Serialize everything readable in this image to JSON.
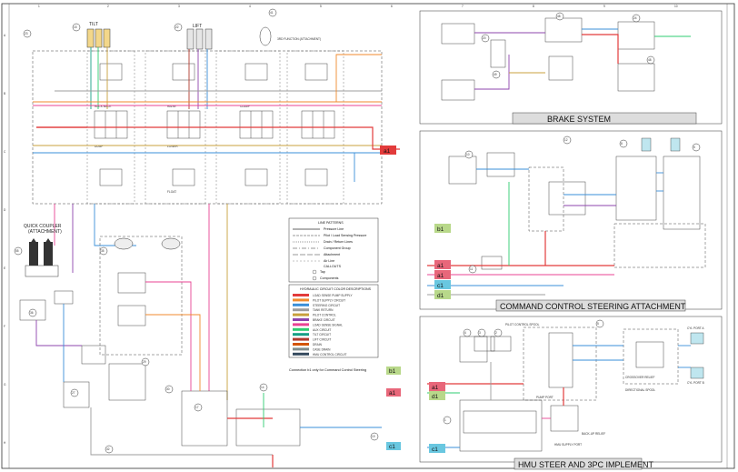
{
  "grid": {
    "top": [
      "1",
      "2",
      "3",
      "4",
      "5",
      "6",
      "7",
      "8",
      "9",
      "10"
    ],
    "side": [
      "A",
      "B",
      "C",
      "D",
      "E",
      "F",
      "G",
      "H"
    ]
  },
  "cylinders": {
    "tilt_label": "TILT",
    "lift_label": "LIFT",
    "tilt_no": "15",
    "lift_no": "22",
    "aux_no": "41",
    "aux_note": "3RD FUNCTION (ATTACHMENT)"
  },
  "valve_labels": {
    "rack_back": "RACK BACK",
    "dump": "DUMP",
    "raise": "RAISE",
    "lower": "LOWER",
    "float": "FLOAT",
    "clamp": "CLAMP"
  },
  "quick_coupler": {
    "title_line1": "QUICK COUPLER",
    "title_line2": "(ATTACHMENT)"
  },
  "legend": {
    "line_patterns_title": "LINE PATTERNS",
    "line_patterns": [
      "Pressure Line",
      "Pilot / Load Sensing Pressure",
      "Drain / Return Lines",
      "Component Group",
      "Attachment",
      "Air Line"
    ],
    "callouts_title": "CALLOUTS",
    "callouts": [
      "Tap",
      "Components"
    ],
    "color_title": "HYDRAULIC CIRCUIT COLOR DESCRIPTIONS",
    "colors": [
      {
        "color": "#e23b3b",
        "label": "LOAD SENSE PUMP SUPPLY"
      },
      {
        "color": "#f08a2c",
        "label": "PILOT SUPPLY CIRCUIT"
      },
      {
        "color": "#3a8fd8",
        "label": "STEERING CIRCUIT"
      },
      {
        "color": "#9c9c9c",
        "label": "TANK RETURN"
      },
      {
        "color": "#c8a03c",
        "label": "PILOT CONTROL"
      },
      {
        "color": "#8e44ad",
        "label": "BRAKE CIRCUIT"
      },
      {
        "color": "#e84393",
        "label": "LOAD SENSE SIGNAL"
      },
      {
        "color": "#2ecc71",
        "label": "AUX CIRCUIT"
      },
      {
        "color": "#16a085",
        "label": "TILT CIRCUIT"
      },
      {
        "color": "#b03a2e",
        "label": "LIFT CIRCUIT"
      },
      {
        "color": "#d35400",
        "label": "DRAIN"
      },
      {
        "color": "#7f8c8d",
        "label": "CASE DRAIN"
      },
      {
        "color": "#34495e",
        "label": "HMU CONTROL CIRCUIT"
      }
    ]
  },
  "connection_note": "Connection b1 only for Command Control Steering",
  "connectors": {
    "a1": "a1",
    "b1": "b1",
    "c1": "c1",
    "d1": "d1"
  },
  "sections": {
    "brake": "BRAKE SYSTEM",
    "command": "COMMAND CONTROL STEERING ATTACHMENT",
    "hmu": "HMU STEER AND 3PC IMPLEMENT"
  },
  "component_numbers": [
    "23",
    "15",
    "22",
    "41",
    "34",
    "35",
    "36",
    "55",
    "27",
    "29",
    "30",
    "31",
    "32",
    "33",
    "28",
    "6",
    "17",
    "14",
    "19",
    "20",
    "49",
    "48",
    "24",
    "25",
    "10",
    "11",
    "12",
    "5",
    "8",
    "4",
    "3",
    "2",
    "1"
  ],
  "hmu_labels": {
    "pilot_control": "PILOT CONTROL SPOOL",
    "directional": "DIRECTIONAL SPOOL",
    "pump_port": "PUMP PORT",
    "back_up_relief": "BACK-UP RELIEF",
    "crossover": "CROSSOVER RELIEF",
    "hmu_supply": "HMU SUPPLY PORT",
    "cyl_port_a": "CYL PORT A",
    "cyl_port_b": "CYL PORT B"
  }
}
